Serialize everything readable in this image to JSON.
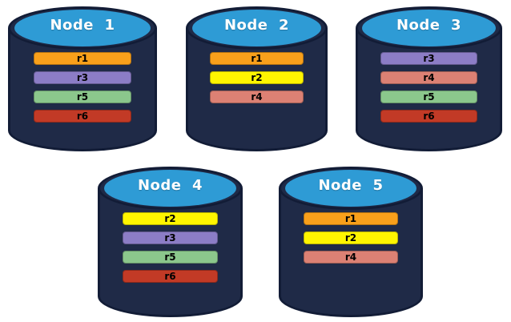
{
  "colors": {
    "cylinder_body": "#1F2A47",
    "cylinder_outline": "#121C36",
    "cylinder_top": "#2E9BD5",
    "replicas": {
      "r1": "#F9A01B",
      "r2": "#FFF500",
      "r3": "#8C7DC6",
      "r4": "#DC8174",
      "r5": "#8BC78C",
      "r6": "#C23A26"
    }
  },
  "nodes": [
    {
      "label": "Node  1",
      "replicas": [
        "r1",
        "r3",
        "r5",
        "r6"
      ]
    },
    {
      "label": "Node  2",
      "replicas": [
        "r1",
        "r2",
        "r4"
      ]
    },
    {
      "label": "Node  3",
      "replicas": [
        "r3",
        "r4",
        "r5",
        "r6"
      ]
    },
    {
      "label": "Node  4",
      "replicas": [
        "r2",
        "r3",
        "r5",
        "r6"
      ]
    },
    {
      "label": "Node  5",
      "replicas": [
        "r1",
        "r2",
        "r4"
      ]
    }
  ]
}
